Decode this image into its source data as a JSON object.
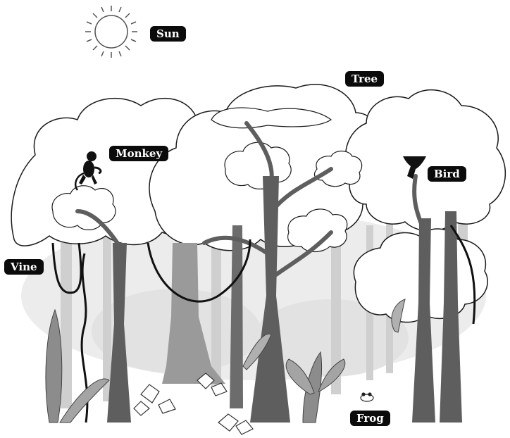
{
  "labels": {
    "sun": "Sun",
    "tree": "Tree",
    "monkey": "Monkey",
    "bird": "Bird",
    "vine": "Vine",
    "frog": "Frog"
  },
  "colors": {
    "label_background": "#0b0b0b",
    "label_text": "#ffffff",
    "canopy_fill": "#ffffff",
    "canopy_outline": "#1a1a1a",
    "trunk_dark": "#5e5e5e",
    "trunk_mid": "#8c8c8c",
    "trunk_light": "#c4c4c4",
    "background_foliage": "#e6e6e6"
  }
}
